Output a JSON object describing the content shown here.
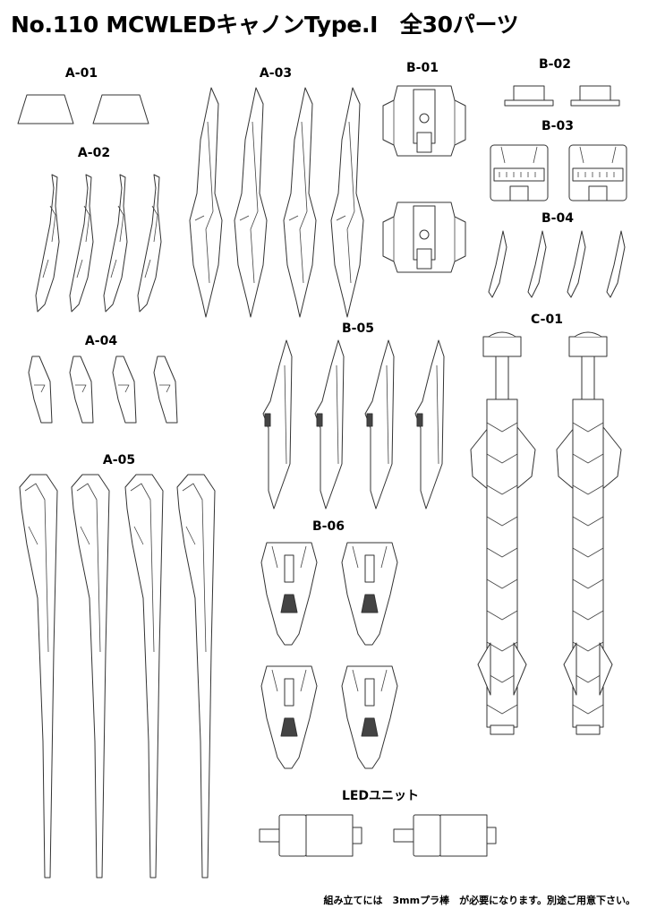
{
  "title": "No.110 MCWLEDキャノンType.Ⅰ　全30パーツ",
  "groups": {
    "a01": "A-01",
    "a02": "A-02",
    "a03": "A-03",
    "a04": "A-04",
    "a05": "A-05",
    "b01": "B-01",
    "b02": "B-02",
    "b03": "B-03",
    "b04": "B-04",
    "b05": "B-05",
    "b06": "B-06",
    "c01": "C-01",
    "led": "LEDユニット"
  },
  "footer_note": "組み立てには　3mmプラ棒　が必要になります。別途ご用意下さい。"
}
